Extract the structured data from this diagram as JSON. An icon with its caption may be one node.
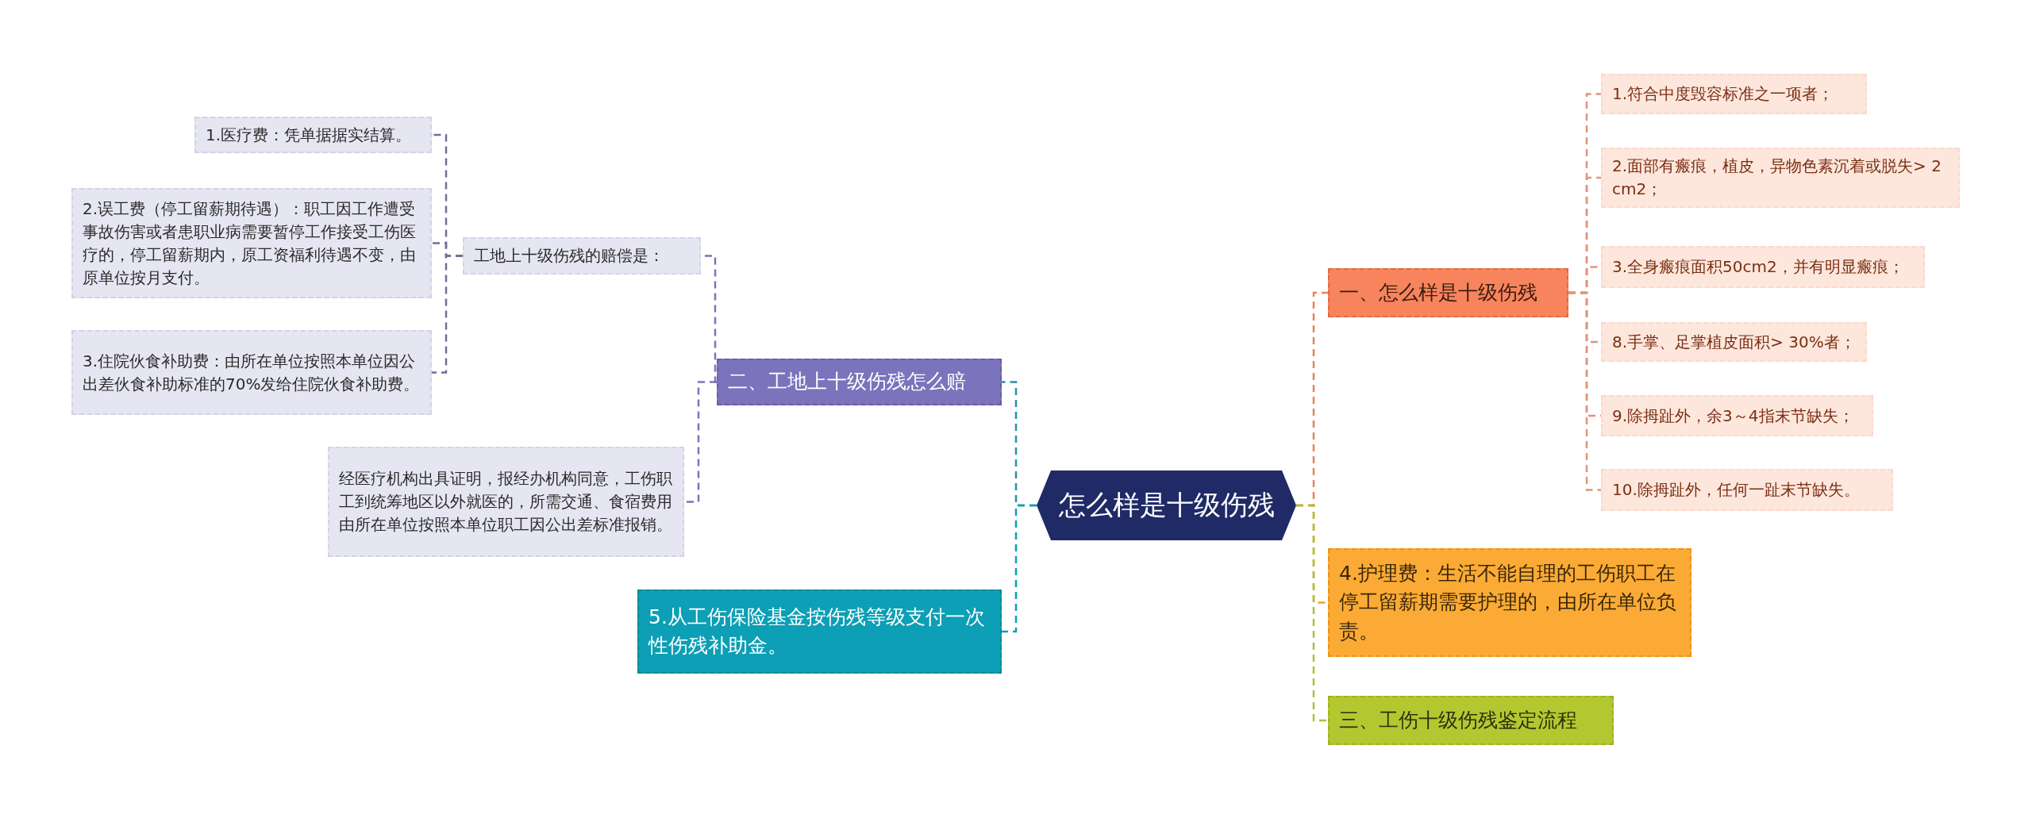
{
  "diagram": {
    "nodes": [
      {
        "text": [
          "怎么样是十级伤残"
        ]
      },
      {
        "text": [
          "一、怎么样是十级伤残"
        ]
      },
      {
        "text": [
          "1.符合中度毁容标准之一项者；"
        ]
      },
      {
        "text": [
          "2.面部有瘢痕，植皮，异物色素沉着或脱失> 2 cm2；"
        ]
      },
      {
        "text": [
          "3.全身瘢痕面积50cm2，并有明显瘢痕；"
        ]
      },
      {
        "text": [
          "8.手掌、足掌植皮面积> 30%者；"
        ]
      },
      {
        "text": [
          "9.除拇趾外，余3～4指末节缺失；"
        ]
      },
      {
        "text": [
          "10.除拇趾外，任何一趾末节缺失。"
        ]
      },
      {
        "text": [
          "4.护理费：生活不能自理的工伤职工在停工留薪期需要护理的，由所在单位负责。"
        ]
      },
      {
        "text": [
          "三、工伤十级伤残鉴定流程"
        ]
      },
      {
        "text": [
          "二、工地上十级伤残怎么赔"
        ]
      },
      {
        "text": [
          "工地上十级伤残的赔偿是："
        ]
      },
      {
        "text": [
          "1.医疗费：凭单据据实结算。"
        ]
      },
      {
        "text": [
          "2.误工费（停工留薪期待遇）：职工因工作遭受事故伤害或者患职业病需要暂停工作接受工伤医疗的，停工留薪期内，原工资福利待遇不变，由原单位按月支付。"
        ]
      },
      {
        "text": [
          "3.住院伙食补助费：由所在单位按照本单位因公出差伙食补助标准的70%发给住院伙食补助费。"
        ]
      },
      {
        "text": [
          "经医疗机构出具证明，报经办机构同意，工伤职工到统筹地区以外就医的，所需交通、食宿费用由所在单位按照本单位职工因公出差标准报销。"
        ]
      },
      {
        "text": [
          "5.从工伤保险基金按伤残等级支付一次性伤残补助金。"
        ]
      }
    ],
    "edges": [
      {
        "from": 0,
        "to": 1,
        "arrow": "none",
        "style": "dashed",
        "color": "#e8825a"
      },
      {
        "from": 1,
        "to": 2,
        "arrow": "none",
        "style": "dashed",
        "color": "#e0947a"
      },
      {
        "from": 1,
        "to": 3,
        "arrow": "none",
        "style": "dashed",
        "color": "#e0947a"
      },
      {
        "from": 1,
        "to": 4,
        "arrow": "none",
        "style": "dashed",
        "color": "#e0947a"
      },
      {
        "from": 1,
        "to": 5,
        "arrow": "none",
        "style": "dashed",
        "color": "#e0947a"
      },
      {
        "from": 1,
        "to": 6,
        "arrow": "none",
        "style": "dashed",
        "color": "#e0947a"
      },
      {
        "from": 1,
        "to": 7,
        "arrow": "none",
        "style": "dashed",
        "color": "#e0947a"
      },
      {
        "from": 0,
        "to": 8,
        "arrow": "none",
        "style": "dashed",
        "color": "#f0a030"
      },
      {
        "from": 0,
        "to": 9,
        "arrow": "none",
        "style": "dashed",
        "color": "#a9c23a"
      },
      {
        "from": 0,
        "to": 10,
        "arrow": "none",
        "style": "dashed",
        "color": "#2a8fa8"
      },
      {
        "from": 10,
        "to": 11,
        "arrow": "none",
        "style": "dashed",
        "color": "#7b73bb"
      },
      {
        "from": 11,
        "to": 12,
        "arrow": "none",
        "style": "dashed",
        "color": "#6f6f9a"
      },
      {
        "from": 11,
        "to": 13,
        "arrow": "none",
        "style": "dashed",
        "color": "#6f6f9a"
      },
      {
        "from": 11,
        "to": 14,
        "arrow": "none",
        "style": "dashed",
        "color": "#6f6f9a"
      },
      {
        "from": 10,
        "to": 15,
        "arrow": "none",
        "style": "dashed",
        "color": "#7b73bb"
      },
      {
        "from": 0,
        "to": 16,
        "arrow": "none",
        "style": "dashed",
        "color": "#0c9fb5"
      }
    ]
  }
}
